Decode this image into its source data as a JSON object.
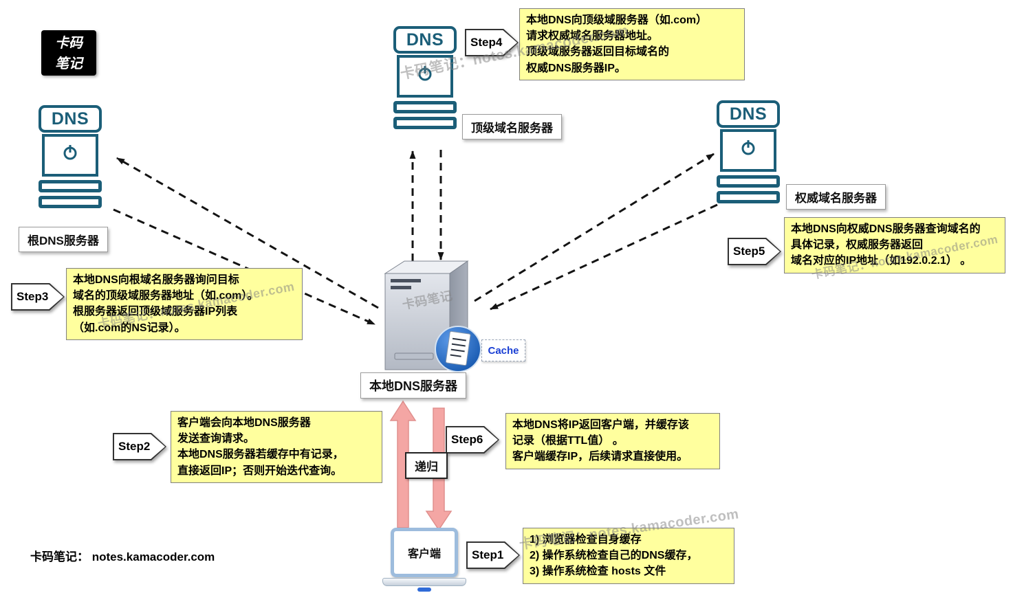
{
  "logo": {
    "line1": "卡码",
    "line2": "笔记"
  },
  "watermarks": {
    "full": "卡码笔记：notes.kamacoder.com",
    "short": "卡码笔记"
  },
  "footer": "卡码笔记：  notes.kamacoder.com",
  "servers": {
    "top": {
      "badge": "DNS",
      "label": "顶级域名服务器"
    },
    "left": {
      "badge": "DNS",
      "label": "根DNS服务器"
    },
    "right": {
      "badge": "DNS",
      "label": "权威域名服务器"
    },
    "local": {
      "label": "本地DNS服务器",
      "cache_label": "Cache"
    }
  },
  "client": {
    "label": "客户端"
  },
  "recursion_label": "递归",
  "steps": {
    "step1": {
      "label": "Step1",
      "text": "1) 浏览器检查自身缓存\n2) 操作系统检查自己的DNS缓存，\n3) 操作系统检查 hosts 文件"
    },
    "step2": {
      "label": "Step2",
      "text": "客户端会向本地DNS服务器\n发送查询请求。\n本地DNS服务器若缓存中有记录，\n直接返回IP；否则开始迭代查询。"
    },
    "step3": {
      "label": "Step3",
      "text": "本地DNS向根域名服务器询问目标\n域名的顶级域服务器地址（如.com）。\n根服务器返回顶级域服务器IP列表\n（如.com的NS记录）。"
    },
    "step4": {
      "label": "Step4",
      "text": "本地DNS向顶级域服务器（如.com）\n请求权威域名服务器地址。\n顶级域服务器返回目标域名的\n权威DNS服务器IP。"
    },
    "step5": {
      "label": "Step5",
      "text": "本地DNS向权威DNS服务器查询域名的\n具体记录，权威服务器返回\n域名对应的IP地址（如192.0.2.1） 。"
    },
    "step6": {
      "label": "Step6",
      "text": "本地DNS将IP返回客户端，并缓存该\n记录（根据TTL值） 。\n客户端缓存IP，后续请求直接使用。"
    }
  },
  "colors": {
    "server_teal": "#1b5e78",
    "note_yellow": "#ffff9e",
    "arrow_pink": "#f4a6a4",
    "cache_blue": "#1f6fd0",
    "cache_text_blue": "#1a3fd4"
  }
}
